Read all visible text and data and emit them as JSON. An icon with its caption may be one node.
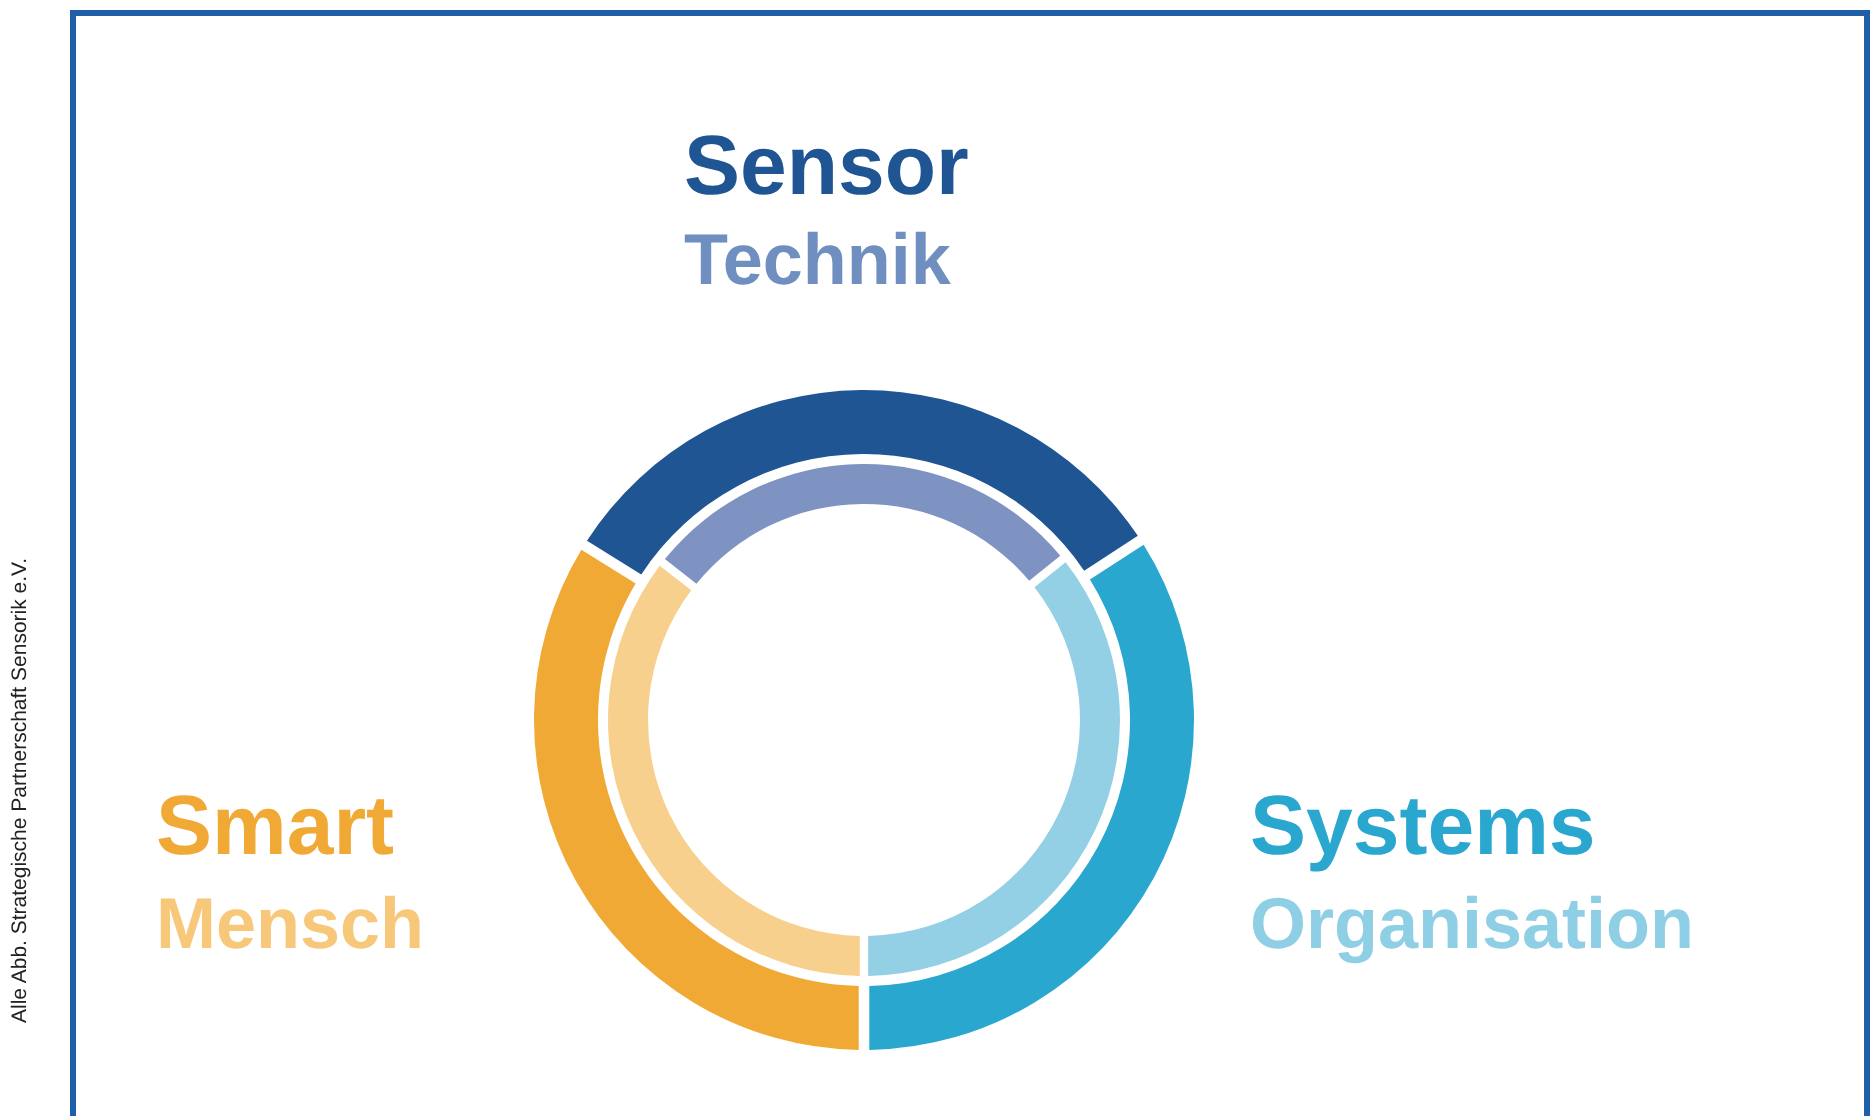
{
  "diagram": {
    "labels": [
      "Sensor",
      "Technik",
      "Smart",
      "Mensch",
      "Systems",
      "Organisation",
      "Alle Abb. Strategische Partnerschaft Sensorik e.V."
    ]
  }
}
